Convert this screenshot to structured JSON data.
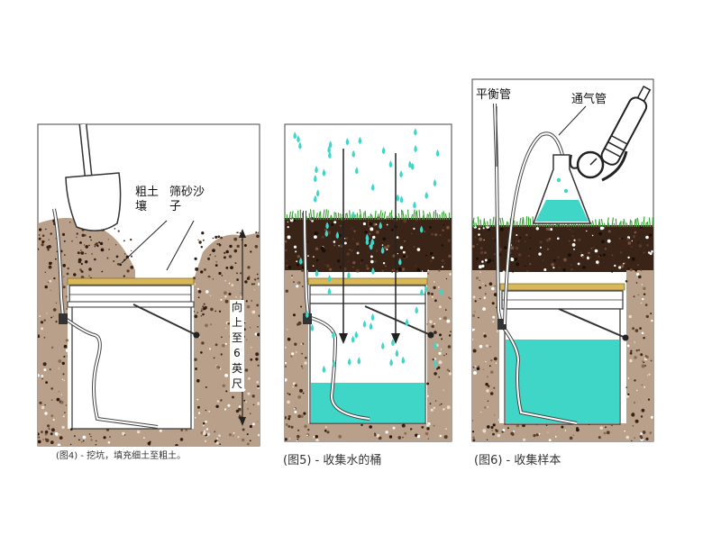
{
  "panels": [
    {
      "id": "fig4",
      "caption": "(图4) - 挖坑，填充细土至粗土。",
      "labels": {
        "coarse_soil": "粗土壤",
        "sieved_sand": "筛砂沙子",
        "depth": "向上至6英尺"
      }
    },
    {
      "id": "fig5",
      "caption": "(图5) - 收集水的桶"
    },
    {
      "id": "fig6",
      "caption": "(图6) - 收集样本",
      "labels": {
        "balance_tube": "平衡管",
        "vent_tube": "通气管"
      }
    }
  ],
  "colors": {
    "soil": "#3a2418",
    "gravel": "#8a6a50",
    "water": "#3fd6c8",
    "sand": "#d9b85a",
    "grass": "#3da43a",
    "outline": "#222222"
  }
}
